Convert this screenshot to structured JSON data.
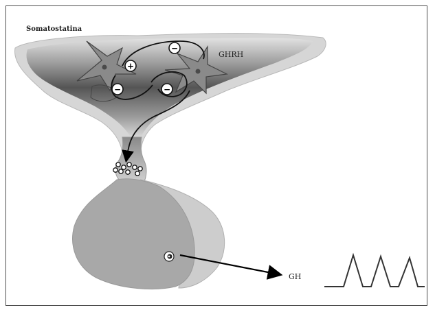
{
  "labels": {
    "somatostatin": "Somatostatina",
    "ghrh": "GHRH",
    "gh": "GH"
  },
  "signs": {
    "stimulatory": "+",
    "inhibitory": "−"
  },
  "colors": {
    "frame": "#4a4a4a",
    "tissue_light": "#cfcfcf",
    "tissue_mid": "#a9a9a9",
    "hypothalamus_dark": "#606060",
    "neuron": "#8c8c8c",
    "ink": "#111111"
  },
  "icons": [
    "neuron-cell-body",
    "granule-cell",
    "pulse-waveform"
  ]
}
